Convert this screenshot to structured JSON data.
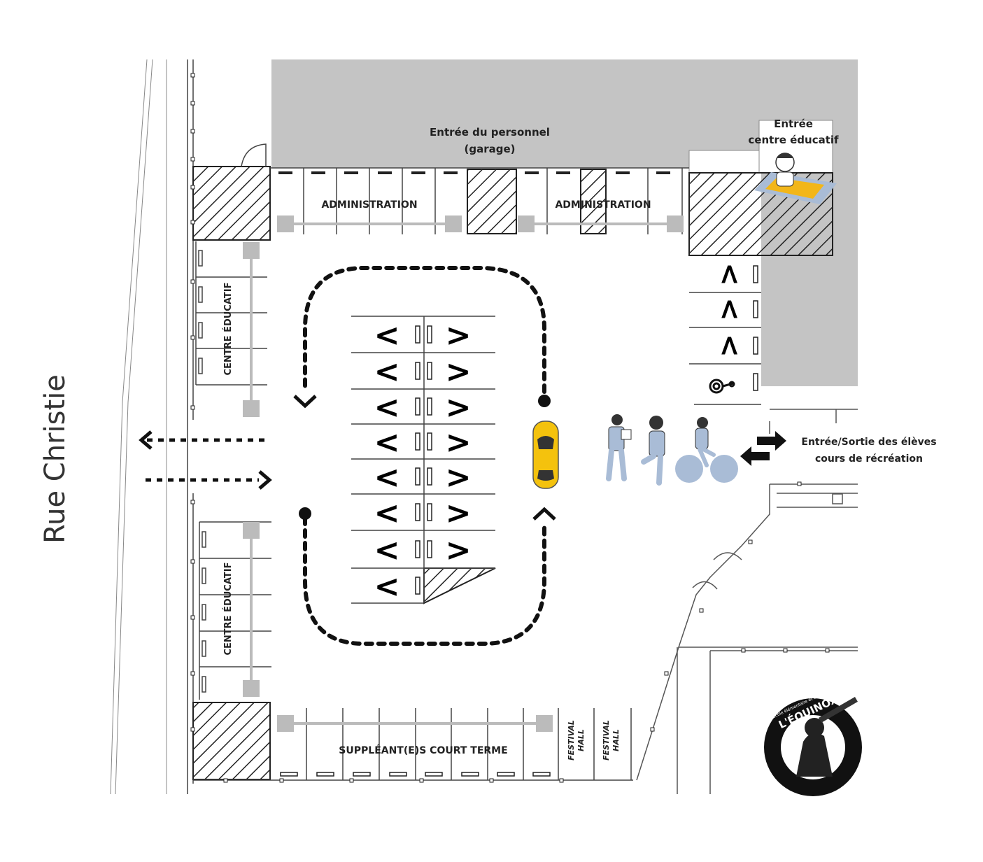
{
  "street_name": "Rue Christie",
  "labels": {
    "staff_entrance": "Entrée du personnel",
    "staff_entrance_sub": "(garage)",
    "edu_entrance_1": "Entrée",
    "edu_entrance_2": "centre éducatif",
    "admin_left": "ADMINISTRATION",
    "admin_right": "ADMINISTRATION",
    "centre_top": "CENTRE ÉDUCATIF",
    "centre_bottom": "CENTRE ÉDUCATIF",
    "students_1": "Entrée/Sortie des élèves",
    "students_2": "cours de récréation",
    "substitutes": "SUPPLÉANT(E)S COURT TERME",
    "festival_1_a": "FESTIVAL",
    "festival_1_b": "HALL",
    "festival_2_a": "FESTIVAL",
    "festival_2_b": "HALL"
  },
  "logo": {
    "name": "L'ÉQUINOXE",
    "arc_text": "École élémentaire et secondaire publique"
  },
  "icons": {
    "car": "yellow-car-icon",
    "pedestrians": "walking-students-icon",
    "cyclist": "cyclist-icon",
    "bike": "bicycle-parking-icon",
    "child": "child-sandbox-icon"
  },
  "colors": {
    "building": "#c4c4c4",
    "car": "#f4c20d",
    "people": "#a9bcd6",
    "sandbox": "#f2b619"
  }
}
